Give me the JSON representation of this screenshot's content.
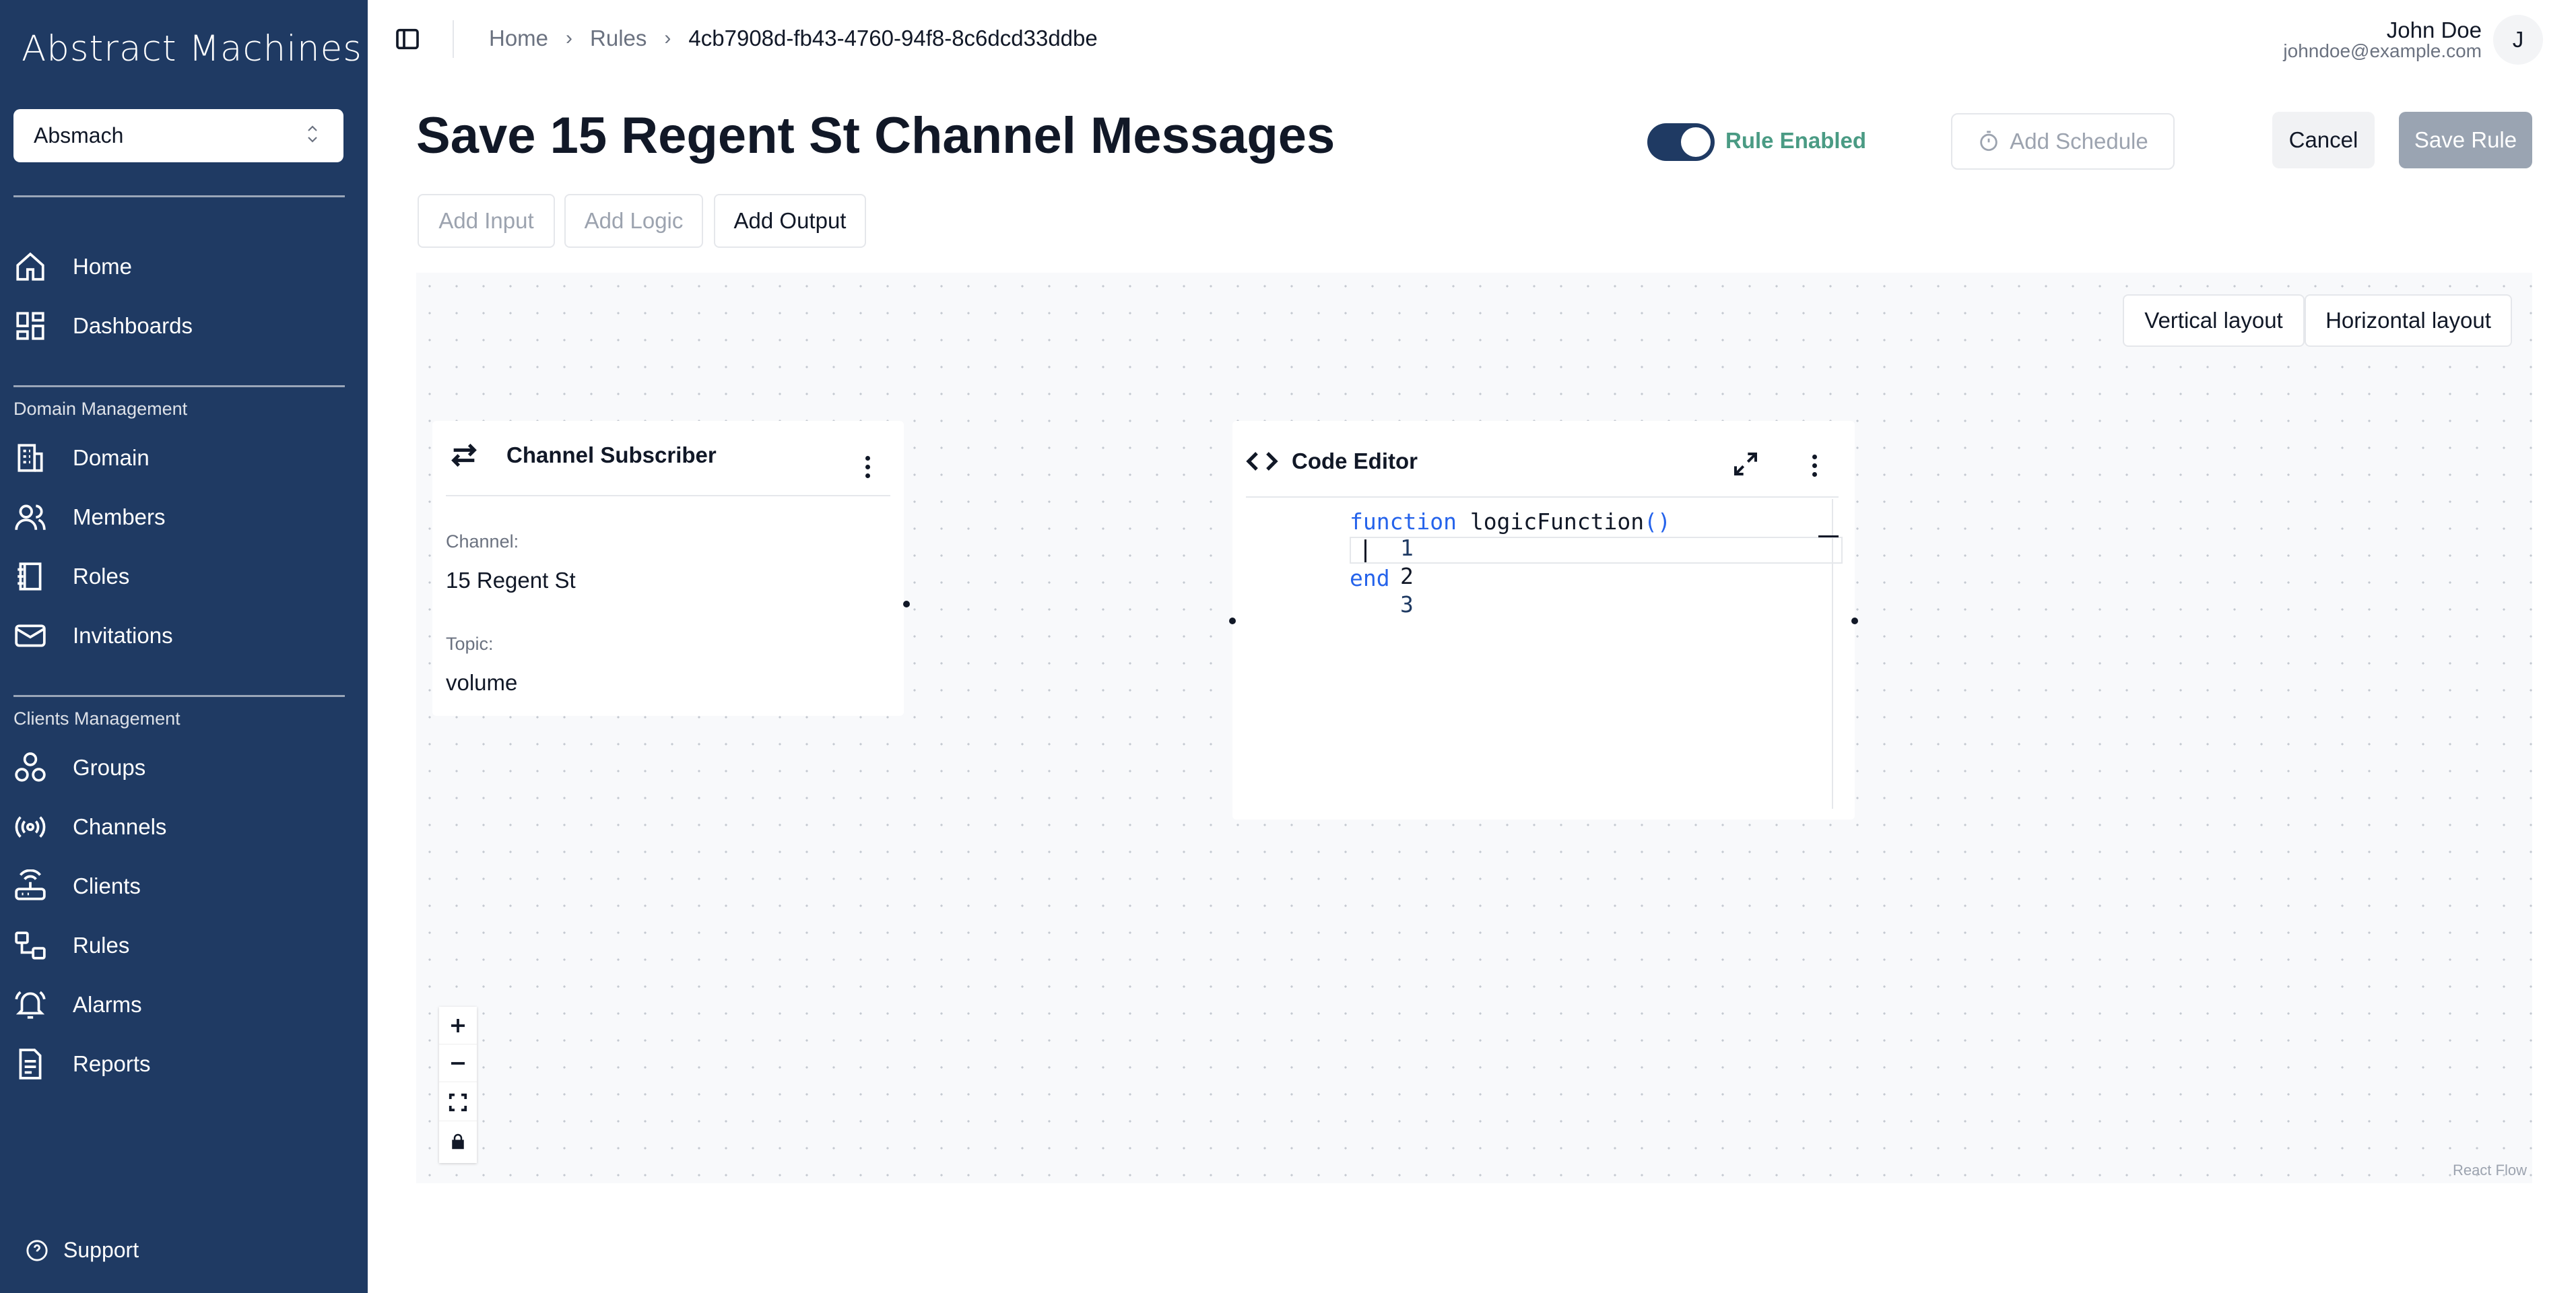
{
  "app": {
    "logo_text": "Abstract Machines"
  },
  "sidebar": {
    "domain_select": {
      "value": "Absmach"
    },
    "items_top": [
      {
        "label": "Home",
        "icon": "home-icon"
      },
      {
        "label": "Dashboards",
        "icon": "dashboard-icon"
      }
    ],
    "section_domain": "Domain Management",
    "items_domain": [
      {
        "label": "Domain",
        "icon": "building-icon"
      },
      {
        "label": "Members",
        "icon": "users-icon"
      },
      {
        "label": "Roles",
        "icon": "book-icon"
      },
      {
        "label": "Invitations",
        "icon": "mail-icon"
      }
    ],
    "section_clients": "Clients Management",
    "items_clients": [
      {
        "label": "Groups",
        "icon": "groups-icon"
      },
      {
        "label": "Channels",
        "icon": "radio-icon"
      },
      {
        "label": "Clients",
        "icon": "router-icon"
      },
      {
        "label": "Rules",
        "icon": "workflow-icon"
      },
      {
        "label": "Alarms",
        "icon": "bell-icon"
      },
      {
        "label": "Reports",
        "icon": "report-icon"
      }
    ],
    "support_label": "Support"
  },
  "topbar": {
    "breadcrumb": [
      "Home",
      "Rules",
      "4cb7908d-fb43-4760-94f8-8c6dcd33ddbe"
    ],
    "user_name": "John Doe",
    "user_email": "johndoe@example.com",
    "avatar_initial": "J"
  },
  "header": {
    "title": "Save 15 Regent St Channel Messages",
    "rule_toggle_label": "Rule Enabled",
    "rule_enabled": true,
    "add_schedule_label": "Add Schedule",
    "cancel_label": "Cancel",
    "save_label": "Save Rule"
  },
  "toolbar": {
    "add_input_label": "Add Input",
    "add_logic_label": "Add Logic",
    "add_output_label": "Add Output"
  },
  "canvas": {
    "vertical_layout_label": "Vertical layout",
    "horizontal_layout_label": "Horizontal layout",
    "attribution": "React Flow",
    "subscriber_node": {
      "title": "Channel Subscriber",
      "channel_label": "Channel:",
      "channel_value": "15 Regent St",
      "topic_label": "Topic:",
      "topic_value": "volume"
    },
    "code_node": {
      "title": "Code Editor",
      "lines": [
        {
          "number": "1",
          "keyword": "function",
          "name": " logicFunction",
          "parens": "()"
        },
        {
          "number": "2",
          "keyword": "",
          "name": "",
          "parens": ""
        },
        {
          "number": "3",
          "keyword": "end",
          "name": "",
          "parens": ""
        }
      ]
    }
  },
  "colors": {
    "sidebar_bg": "#1f3a63",
    "accent_green": "#4a9b84",
    "save_disabled": "#9aa4b2",
    "code_keyword": "#2563eb"
  }
}
